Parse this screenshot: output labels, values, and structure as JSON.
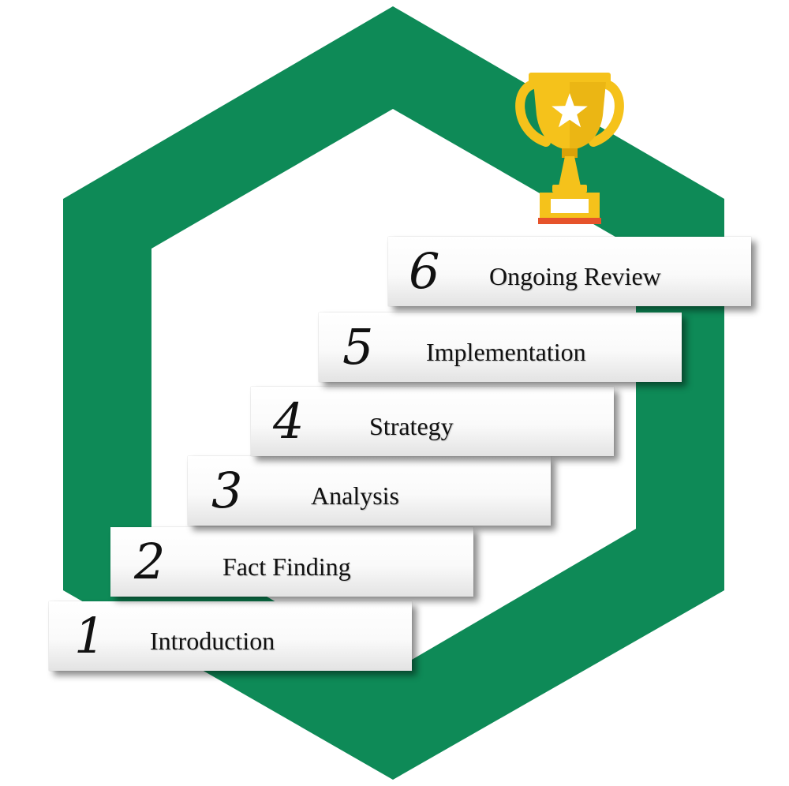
{
  "colors": {
    "hexagon": "#0e8a57",
    "trophy_gold": "#f5c21b",
    "trophy_gold_dark": "#d9a108",
    "trophy_base_band": "#e6532b",
    "step_text": "#111111"
  },
  "icons": {
    "trophy": "trophy-icon",
    "star": "star-icon"
  },
  "steps": [
    {
      "number": "1",
      "label": "Introduction"
    },
    {
      "number": "2",
      "label": "Fact Finding"
    },
    {
      "number": "3",
      "label": "Analysis"
    },
    {
      "number": "4",
      "label": "Strategy"
    },
    {
      "number": "5",
      "label": "Implementation"
    },
    {
      "number": "6",
      "label": "Ongoing Review"
    }
  ]
}
